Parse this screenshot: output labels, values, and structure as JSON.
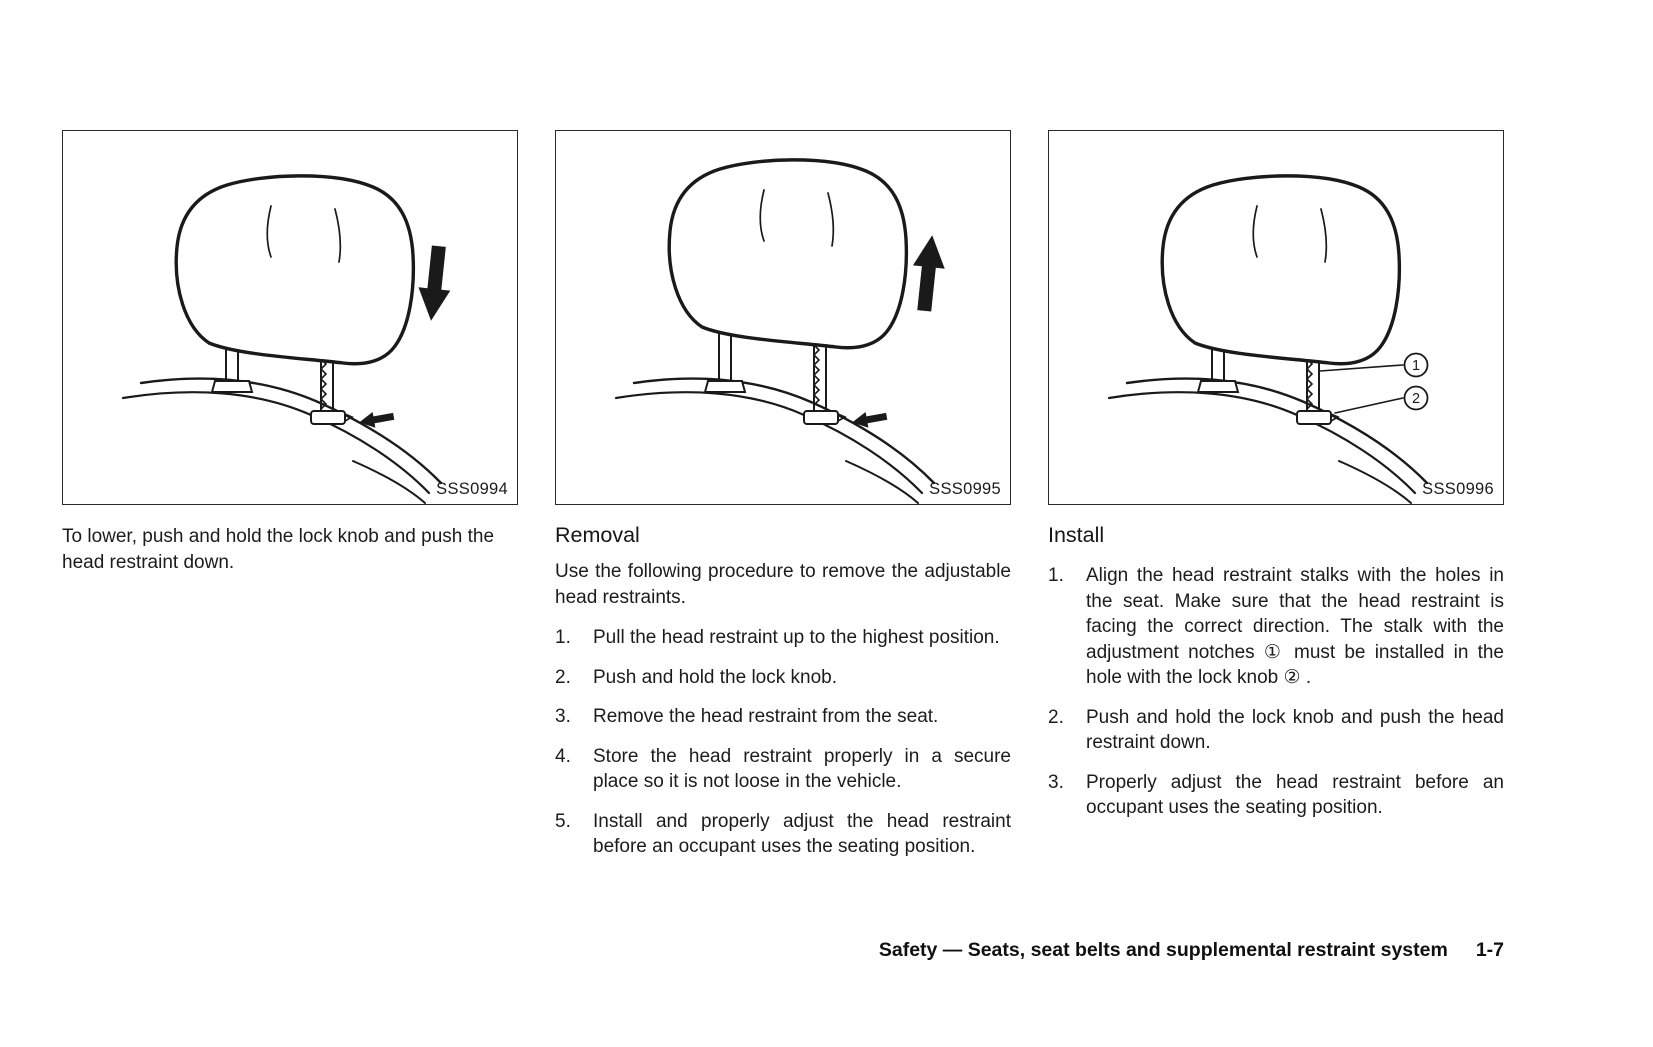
{
  "figures": [
    {
      "label": "SSS0994"
    },
    {
      "label": "SSS0995"
    },
    {
      "label": "SSS0996",
      "callouts": [
        "1",
        "2"
      ]
    }
  ],
  "col1": {
    "caption": "To lower, push and hold the lock knob and push the head restraint down."
  },
  "col2": {
    "heading": "Removal",
    "intro": "Use the following procedure to remove the adjustable head restraints.",
    "steps": [
      {
        "num": "1.",
        "text": "Pull the head restraint up to the highest position."
      },
      {
        "num": "2.",
        "text": "Push and hold the lock knob."
      },
      {
        "num": "3.",
        "text": "Remove the head restraint from the seat."
      },
      {
        "num": "4.",
        "text": "Store the head restraint properly in a secure place so it is not loose in the vehicle."
      },
      {
        "num": "5.",
        "text": "Install and properly adjust the head restraint before an occupant uses the seating position."
      }
    ]
  },
  "col3": {
    "heading": "Install",
    "steps": [
      {
        "num": "1.",
        "text": "Align the head restraint stalks with the holes in the seat. Make sure that the head restraint is facing the correct direction. The stalk with the adjustment notches ① must be installed in the hole with the lock knob ② ."
      },
      {
        "num": "2.",
        "text": "Push and hold the lock knob and push the head restraint down."
      },
      {
        "num": "3.",
        "text": "Properly adjust the head restraint before an occupant uses the seating position."
      }
    ]
  },
  "footer": {
    "text": "Safety — Seats, seat belts and supplemental restraint system",
    "page_number": "1-7"
  }
}
